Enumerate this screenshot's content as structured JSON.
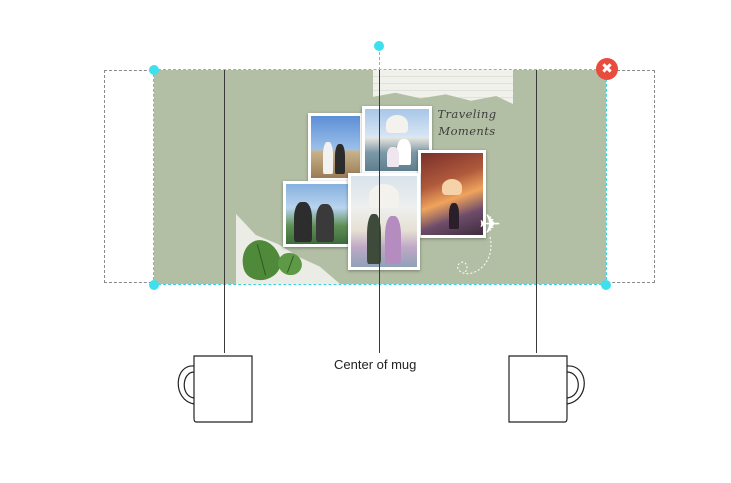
{
  "design": {
    "title_line1": "Traveling",
    "title_line2": "Moments"
  },
  "guides": {
    "center_label": "Center of mug"
  },
  "controls": {
    "close_symbol": "✖",
    "plane_glyph": "✈"
  },
  "colors": {
    "design_background": "#b3bfa4",
    "handle_color": "#3fe0ee",
    "close_button": "#e94b3c"
  },
  "icons": [
    "close-icon",
    "airplane-icon",
    "mug-left-icon",
    "mug-right-icon"
  ]
}
